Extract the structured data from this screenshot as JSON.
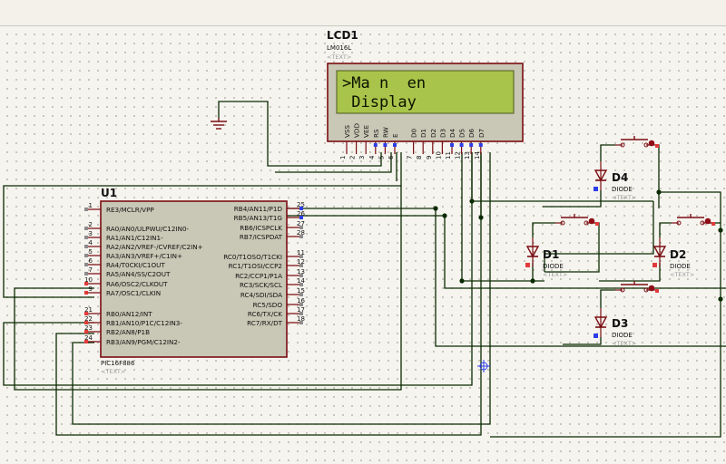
{
  "lcd": {
    "ref": "LCD1",
    "part": "LM016L",
    "text_placeholder": "<TEXT>",
    "line1": ">Ma n  en",
    "line2": " Display",
    "pins": [
      {
        "name": "VSS",
        "num": "1"
      },
      {
        "name": "VDD",
        "num": "2"
      },
      {
        "name": "VEE",
        "num": "3"
      },
      {
        "name": "RS",
        "num": "4"
      },
      {
        "name": "RW",
        "num": "5"
      },
      {
        "name": "E",
        "num": "6"
      },
      {
        "name": "D0",
        "num": "7"
      },
      {
        "name": "D1",
        "num": "8"
      },
      {
        "name": "D2",
        "num": "9"
      },
      {
        "name": "D3",
        "num": "10"
      },
      {
        "name": "D4",
        "num": "11"
      },
      {
        "name": "D5",
        "num": "12"
      },
      {
        "name": "D6",
        "num": "13"
      },
      {
        "name": "D7",
        "num": "14"
      }
    ]
  },
  "mcu": {
    "ref": "U1",
    "part": "PIC16F886",
    "text_placeholder": "<TEXT>",
    "left_pins": [
      {
        "num": "1",
        "label": "RE3/MCLR/VPP"
      },
      {
        "num": "2",
        "label": "RA0/AN0/ULPWU/C12IN0-"
      },
      {
        "num": "3",
        "label": "RA1/AN1/C12IN1-"
      },
      {
        "num": "4",
        "label": "RA2/AN2/VREF-/CVREF/C2IN+"
      },
      {
        "num": "5",
        "label": "RA3/AN3/VREF+/C1IN+"
      },
      {
        "num": "6",
        "label": "RA4/T0CKI/C1OUT"
      },
      {
        "num": "7",
        "label": "RA5/AN4/SS/C2OUT"
      },
      {
        "num": "10",
        "label": "RA6/OSC2/CLKOUT"
      },
      {
        "num": "9",
        "label": "RA7/OSC1/CLKIN"
      },
      {
        "num": "21",
        "label": "RB0/AN12/INT"
      },
      {
        "num": "22",
        "label": "RB1/AN10/P1C/C12IN3-"
      },
      {
        "num": "23",
        "label": "RB2/AN8/P1B"
      },
      {
        "num": "24",
        "label": "RB3/AN9/PGM/C12IN2-"
      }
    ],
    "right_pins": [
      {
        "num": "25",
        "label": "RB4/AN11/P1D"
      },
      {
        "num": "26",
        "label": "RB5/AN13/T1G"
      },
      {
        "num": "27",
        "label": "RB6/ICSPCLK"
      },
      {
        "num": "28",
        "label": "RB7/ICSPDAT"
      },
      {
        "num": "11",
        "label": "RC0/T1OSO/T1CKI"
      },
      {
        "num": "12",
        "label": "RC1/T1OSI/CCP2"
      },
      {
        "num": "13",
        "label": "RC2/CCP1/P1A"
      },
      {
        "num": "14",
        "label": "RC3/SCK/SCL"
      },
      {
        "num": "15",
        "label": "RC4/SDI/SDA"
      },
      {
        "num": "16",
        "label": "RC5/SDO"
      },
      {
        "num": "17",
        "label": "RC6/TX/CK"
      },
      {
        "num": "18",
        "label": "RC7/RX/DT"
      }
    ]
  },
  "diodes": [
    {
      "ref": "D4",
      "part": "DIODE",
      "text": "<TEXT>"
    },
    {
      "ref": "D1",
      "part": "DIODE",
      "text": "<TEXT>"
    },
    {
      "ref": "D2",
      "part": "DIODE",
      "text": "<TEXT>"
    },
    {
      "ref": "D3",
      "part": "DIODE",
      "text": "<TEXT>"
    }
  ],
  "colors": {
    "wire": "#0a2a00",
    "component": "#7a0d12",
    "body_fill": "#c9c7b5",
    "lcd_screen": "#a9c44a",
    "pin_red": "#e23b3b",
    "pin_blue": "#2c3ee8",
    "button_red": "#8f0d17"
  }
}
